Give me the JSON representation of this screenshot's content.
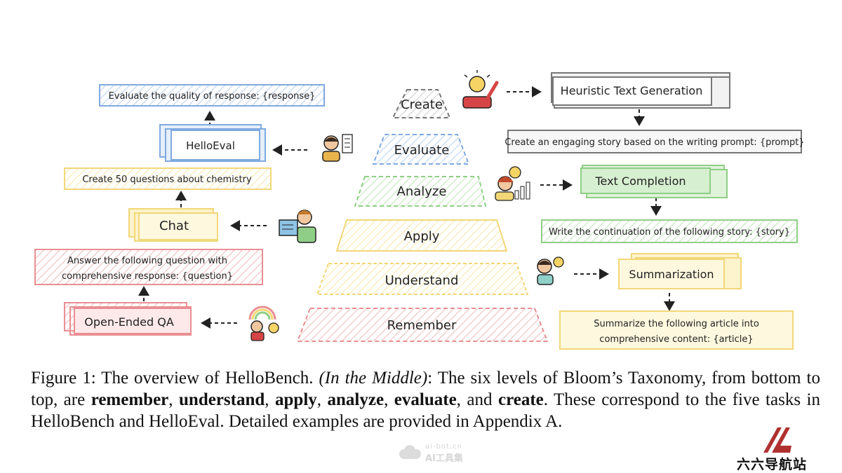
{
  "pyramid": {
    "levels": [
      "Create",
      "Evaluate",
      "Analyze",
      "Apply",
      "Understand",
      "Remember"
    ]
  },
  "left_column": {
    "helloeval": "HelloEval",
    "helloeval_prompt": "Evaluate the quality of response: {response}",
    "chat": "Chat",
    "chat_prompt": "Create 50 questions about chemistry",
    "qa": "Open-Ended QA",
    "qa_prompt_line1": "Answer the following question with",
    "qa_prompt_line2": "comprehensive response: {question}"
  },
  "right_column": {
    "heuristic": "Heuristic Text Generation",
    "heuristic_prompt": "Create an engaging story based on the writing prompt: {prompt}",
    "completion": "Text Completion",
    "completion_prompt": "Write the continuation of the following story: {story}",
    "summarization": "Summarization",
    "summ_prompt_line1": "Summarize the following article into",
    "summ_prompt_line2": "comprehensive content: {article}"
  },
  "caption": {
    "prefix": "Figure 1: The overview of HelloBench. ",
    "italic": "(In the Middle)",
    "text1": ": The six levels of Bloom’s Taxonomy, from bottom to top, are ",
    "b1": "remember",
    "s1": ", ",
    "b2": "understand",
    "s2": ", ",
    "b3": "apply",
    "s3": ", ",
    "b4": "analyze",
    "s4": ", ",
    "b5": "evaluate",
    "s5": ", and ",
    "b6": "create",
    "text2": ". These correspond to the five tasks in HelloBench and HelloEval. Detailed examples are provided in Appendix A."
  },
  "watermark": {
    "top": "ai-bot.cn",
    "bottom": "AI工具集"
  },
  "logo_text": "六六导航站",
  "colors": {
    "create": "#777777",
    "evaluate": "#7fa9e0",
    "analyze": "#8fce86",
    "apply": "#f2d777",
    "understand": "#f2d777",
    "remember": "#e98f93",
    "logo_red": "#b03030"
  }
}
